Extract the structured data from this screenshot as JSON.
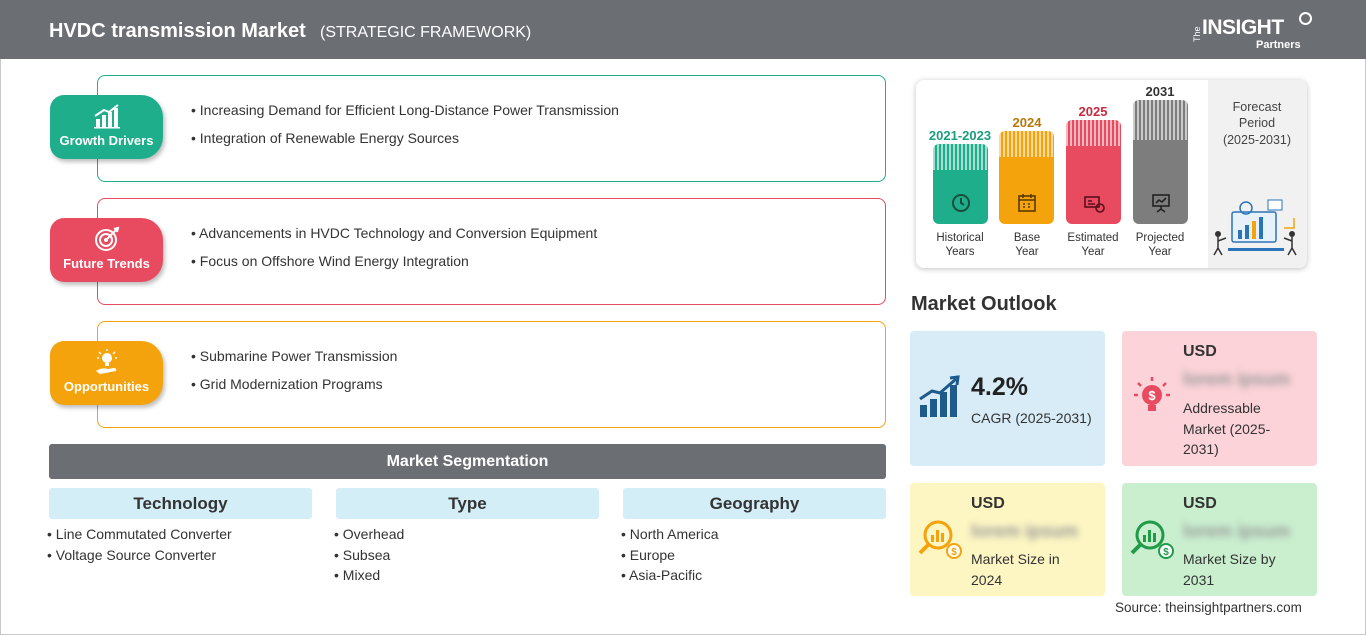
{
  "header": {
    "title": "HVDC transmission Market",
    "subtitle": "(STRATEGIC FRAMEWORK)",
    "logo_the": "The",
    "logo_insight": "INSIGHT",
    "logo_partners": "Partners"
  },
  "framework": [
    {
      "label": "Growth Drivers",
      "color": "#1fae8c",
      "icon": "growth-chart-icon",
      "items": [
        "Increasing Demand for Efficient Long-Distance Power Transmission",
        "Integration of Renewable Energy Sources"
      ]
    },
    {
      "label": "Future Trends",
      "color": "#e84a5f",
      "icon": "target-icon",
      "items": [
        "Advancements in HVDC Technology and Conversion Equipment",
        "Focus on Offshore Wind Energy Integration"
      ]
    },
    {
      "label": "Opportunities",
      "color": "#f5a30c",
      "icon": "lightbulb-hand-icon",
      "items": [
        "Submarine Power Transmission",
        "Grid Modernization Programs"
      ]
    }
  ],
  "segmentation": {
    "title": "Market Segmentation",
    "columns": [
      {
        "heading": "Technology",
        "items": [
          "Line Commutated Converter",
          "Voltage Source Converter"
        ]
      },
      {
        "heading": "Type",
        "items": [
          "Overhead",
          "Subsea",
          "Mixed"
        ]
      },
      {
        "heading": "Geography",
        "items": [
          "North America",
          "Europe",
          "Asia-Pacific"
        ]
      }
    ]
  },
  "timeline": {
    "bars": [
      {
        "year": "2021-2023",
        "label_1": "Historical",
        "label_2": "Years",
        "color": "#1fae8c",
        "year_color": "#1a9e7e",
        "icon": "history-icon"
      },
      {
        "year": "2024",
        "label_1": "Base",
        "label_2": "Year",
        "color": "#f5a30c",
        "year_color": "#b9770a",
        "icon": "calendar-icon"
      },
      {
        "year": "2025",
        "label_1": "Estimated",
        "label_2": "Year",
        "color": "#e84a5f",
        "year_color": "#c8293e",
        "icon": "estimate-icon"
      },
      {
        "year": "2031",
        "label_1": "Projected",
        "label_2": "Year",
        "color": "#7d7d7d",
        "year_color": "#333333",
        "icon": "presentation-icon"
      }
    ],
    "forecast_title_1": "Forecast",
    "forecast_title_2": "Period",
    "forecast_range": "(2025-2031)"
  },
  "outlook": {
    "title": "Market Outlook",
    "cagr_value": "4.2%",
    "cagr_label": "CAGR (2025-2031)",
    "addressable_currency": "USD",
    "addressable_value": "lorem ipsum",
    "addressable_label": "Addressable Market (2025-2031)",
    "size_2024_currency": "USD",
    "size_2024_value": "lorem ipsum",
    "size_2024_label": "Market Size in 2024",
    "size_2031_currency": "USD",
    "size_2031_value": "lorem ipsum",
    "size_2031_label": "Market Size by 2031",
    "colors": {
      "cagr": "#d8ecf7",
      "addressable": "#fbd3d8",
      "size_2024": "#fdf6c3",
      "size_2031": "#c9efcf",
      "icon_blue": "#1e5a8a"
    }
  },
  "source": "Source: theinsightpartners.com"
}
